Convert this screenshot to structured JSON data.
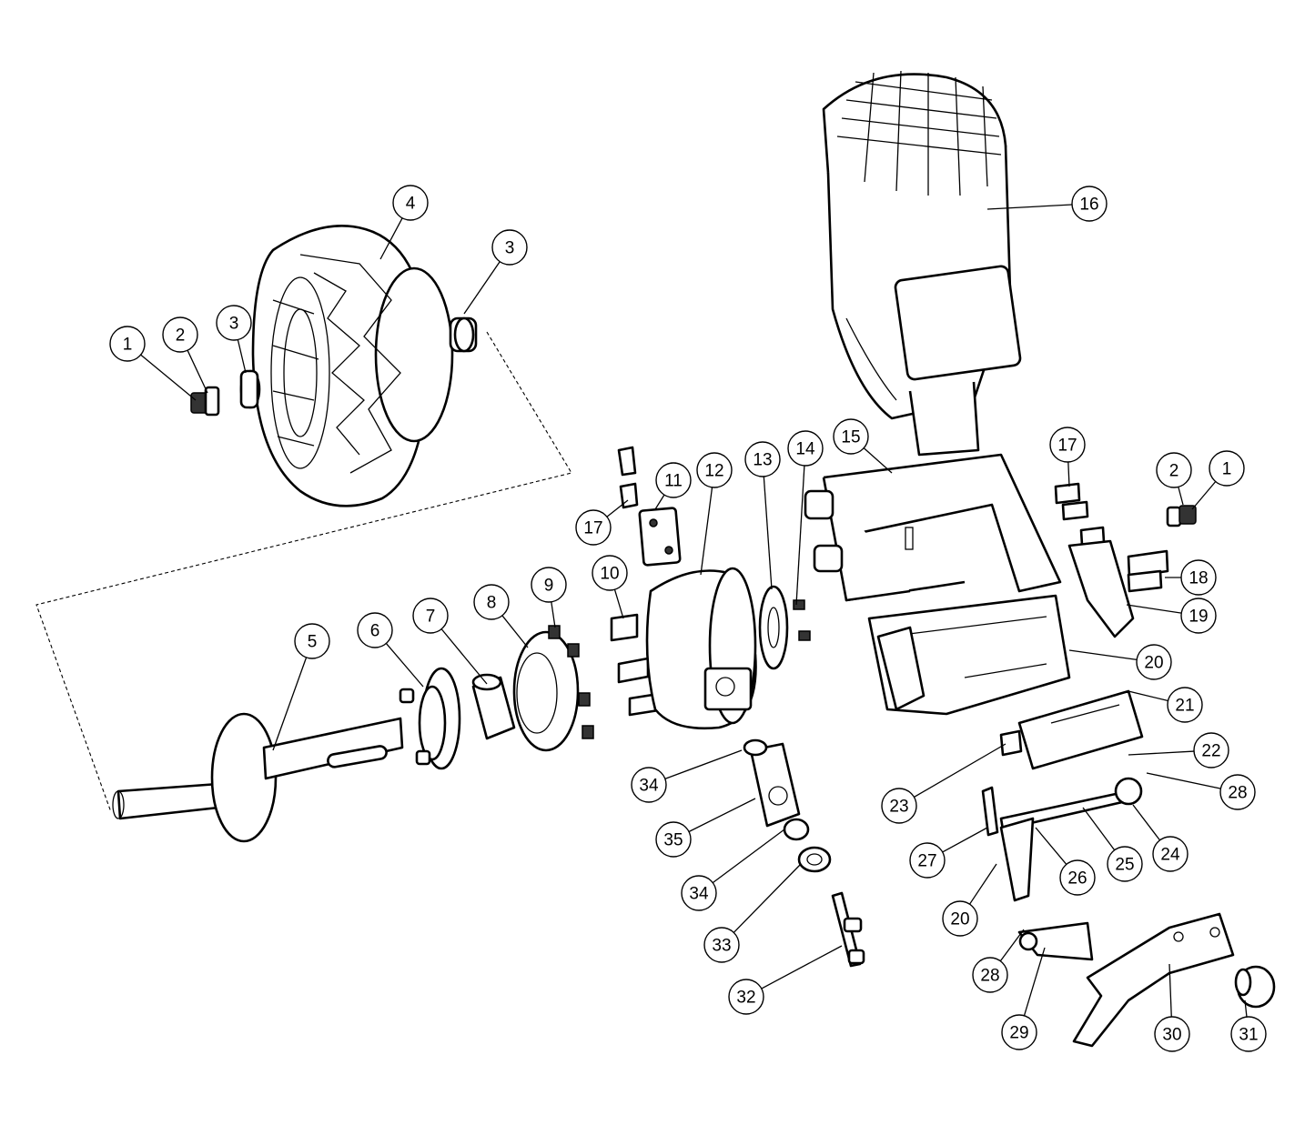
{
  "diagram": {
    "callouts": [
      {
        "id": "c1a",
        "label": "1"
      },
      {
        "id": "c2a",
        "label": "2"
      },
      {
        "id": "c3a",
        "label": "3"
      },
      {
        "id": "c4",
        "label": "4"
      },
      {
        "id": "c3b",
        "label": "3"
      },
      {
        "id": "c5",
        "label": "5"
      },
      {
        "id": "c6",
        "label": "6"
      },
      {
        "id": "c7",
        "label": "7"
      },
      {
        "id": "c8",
        "label": "8"
      },
      {
        "id": "c9",
        "label": "9"
      },
      {
        "id": "c10",
        "label": "10"
      },
      {
        "id": "c17a",
        "label": "17"
      },
      {
        "id": "c11",
        "label": "11"
      },
      {
        "id": "c12",
        "label": "12"
      },
      {
        "id": "c13",
        "label": "13"
      },
      {
        "id": "c14",
        "label": "14"
      },
      {
        "id": "c15",
        "label": "15"
      },
      {
        "id": "c16",
        "label": "16"
      },
      {
        "id": "c17b",
        "label": "17"
      },
      {
        "id": "c2b",
        "label": "2"
      },
      {
        "id": "c1b",
        "label": "1"
      },
      {
        "id": "c18",
        "label": "18"
      },
      {
        "id": "c19",
        "label": "19"
      },
      {
        "id": "c20a",
        "label": "20"
      },
      {
        "id": "c21",
        "label": "21"
      },
      {
        "id": "c22",
        "label": "22"
      },
      {
        "id": "c23",
        "label": "23"
      },
      {
        "id": "c28a",
        "label": "28"
      },
      {
        "id": "c24",
        "label": "24"
      },
      {
        "id": "c25",
        "label": "25"
      },
      {
        "id": "c26",
        "label": "26"
      },
      {
        "id": "c27",
        "label": "27"
      },
      {
        "id": "c20b",
        "label": "20"
      },
      {
        "id": "c28b",
        "label": "28"
      },
      {
        "id": "c29",
        "label": "29"
      },
      {
        "id": "c30",
        "label": "30"
      },
      {
        "id": "c31",
        "label": "31"
      },
      {
        "id": "c34a",
        "label": "34"
      },
      {
        "id": "c35",
        "label": "35"
      },
      {
        "id": "c34b",
        "label": "34"
      },
      {
        "id": "c33",
        "label": "33"
      },
      {
        "id": "c32",
        "label": "32"
      }
    ]
  }
}
